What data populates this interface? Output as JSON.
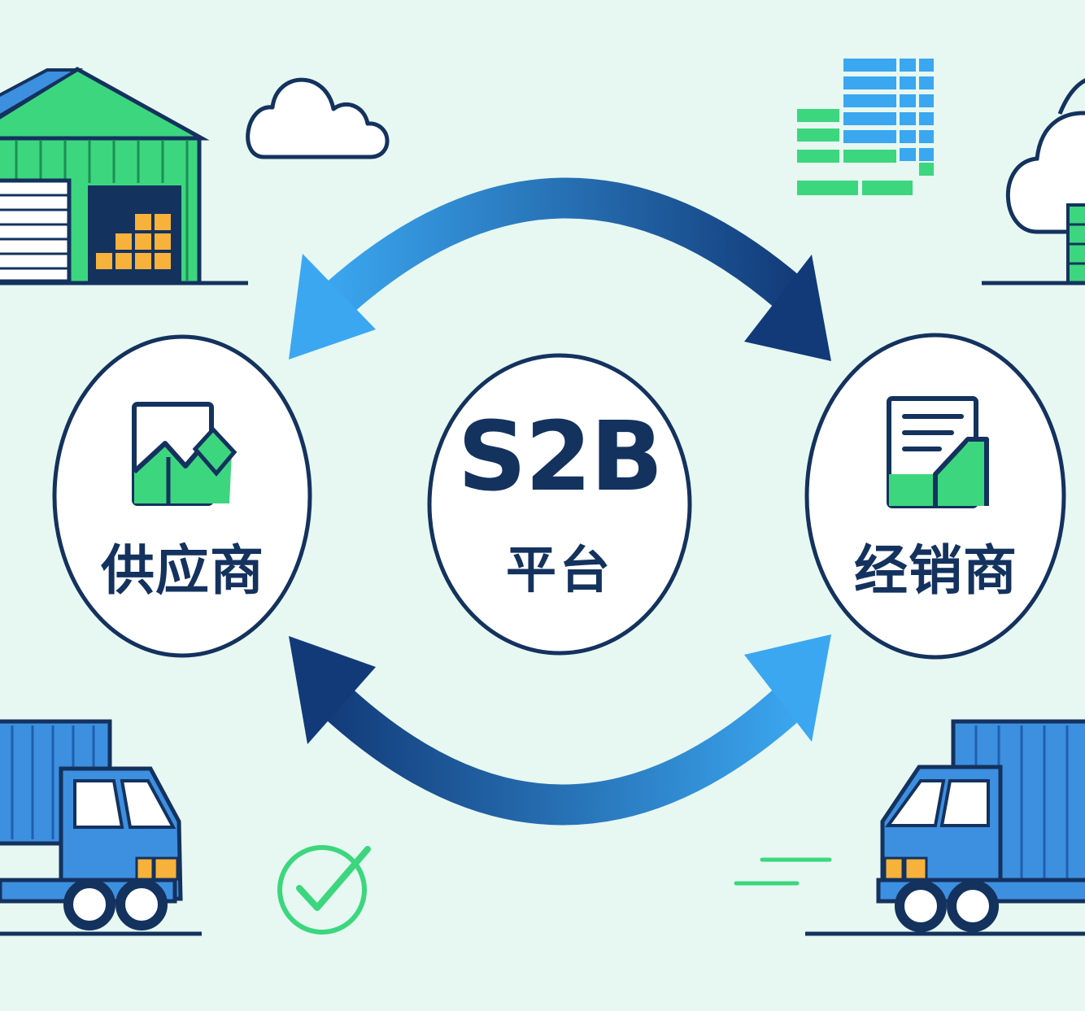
{
  "center": {
    "title": "S2B",
    "subtitle": "平台"
  },
  "left_node": {
    "label": "供应商",
    "icon": "chart-card-icon"
  },
  "right_node": {
    "label": "经销商",
    "icon": "document-icon"
  },
  "colors": {
    "navy": "#14325e",
    "blue": "#3d8fe0",
    "light_blue": "#3ba7f0",
    "green": "#3cd67f",
    "orange": "#f6b23a",
    "background": "#e6f8f1"
  }
}
